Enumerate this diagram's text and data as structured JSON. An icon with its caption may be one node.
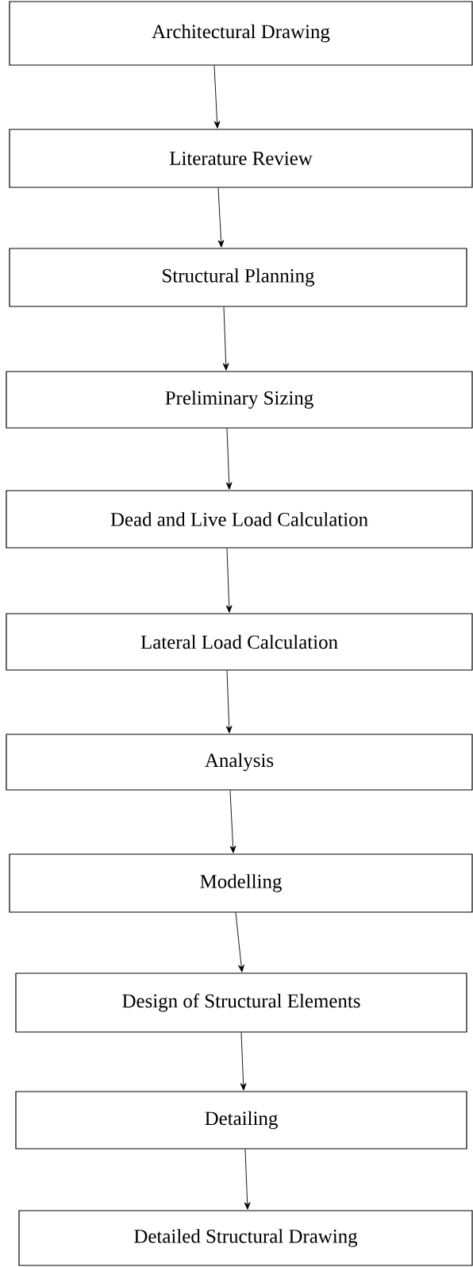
{
  "diagram": {
    "nodes": [
      {
        "text": [
          "Architectural Drawing"
        ]
      },
      {
        "text": [
          "Literature Review"
        ]
      },
      {
        "text": [
          "Structural Planning"
        ]
      },
      {
        "text": [
          "Preliminary Sizing"
        ]
      },
      {
        "text": [
          "Dead and Live Load Calculation"
        ]
      },
      {
        "text": [
          "Lateral Load Calculation"
        ]
      },
      {
        "text": [
          "Analysis"
        ]
      },
      {
        "text": [
          "Modelling"
        ]
      },
      {
        "text": [
          "Design of Structural Elements"
        ]
      },
      {
        "text": [
          "Detailing"
        ]
      },
      {
        "text": [
          "Detailed Structural Drawing"
        ]
      }
    ],
    "edges": [
      {
        "from": 0,
        "to": 1,
        "arrow": "to"
      },
      {
        "from": 1,
        "to": 2,
        "arrow": "to"
      },
      {
        "from": 2,
        "to": 3,
        "arrow": "to"
      },
      {
        "from": 3,
        "to": 4,
        "arrow": "to"
      },
      {
        "from": 4,
        "to": 5,
        "arrow": "to"
      },
      {
        "from": 5,
        "to": 6,
        "arrow": "to"
      },
      {
        "from": 6,
        "to": 7,
        "arrow": "to"
      },
      {
        "from": 7,
        "to": 8,
        "arrow": "to"
      },
      {
        "from": 8,
        "to": 9,
        "arrow": "to"
      },
      {
        "from": 9,
        "to": 10,
        "arrow": "to"
      }
    ]
  }
}
